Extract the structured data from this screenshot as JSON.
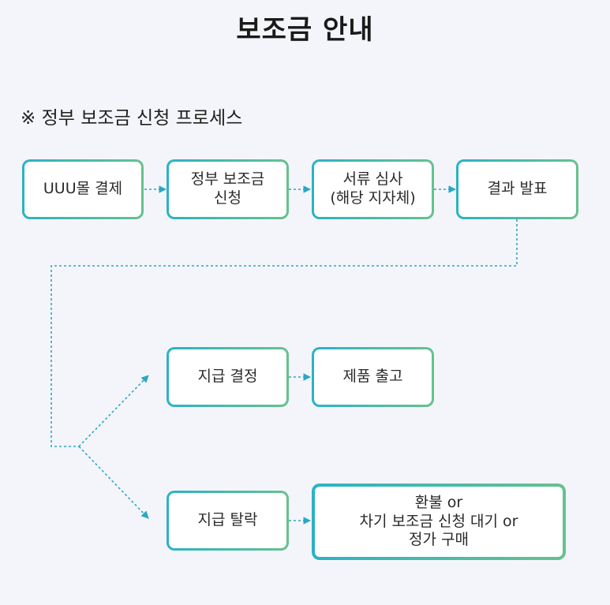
{
  "page": {
    "title": "보조금 안내"
  },
  "section": {
    "heading": "※ 정부 보조금 신청 프로세스"
  },
  "steps": {
    "payment": "UUU몰 결제",
    "apply": "정부 보조금\n신청",
    "review": "서류 심사\n(해당 지자체)",
    "announce": "결과 발표",
    "approved": "지급 결정",
    "shipping": "제품 출고",
    "rejected": "지급 탈락",
    "alternatives": "환불 or\n차기 보조금 신청 대기 or\n정가 구매"
  },
  "colors": {
    "accent_start": "#2ab3c4",
    "accent_end": "#66c18e",
    "connector": "#29a8c4",
    "background": "#f4f5fa"
  }
}
